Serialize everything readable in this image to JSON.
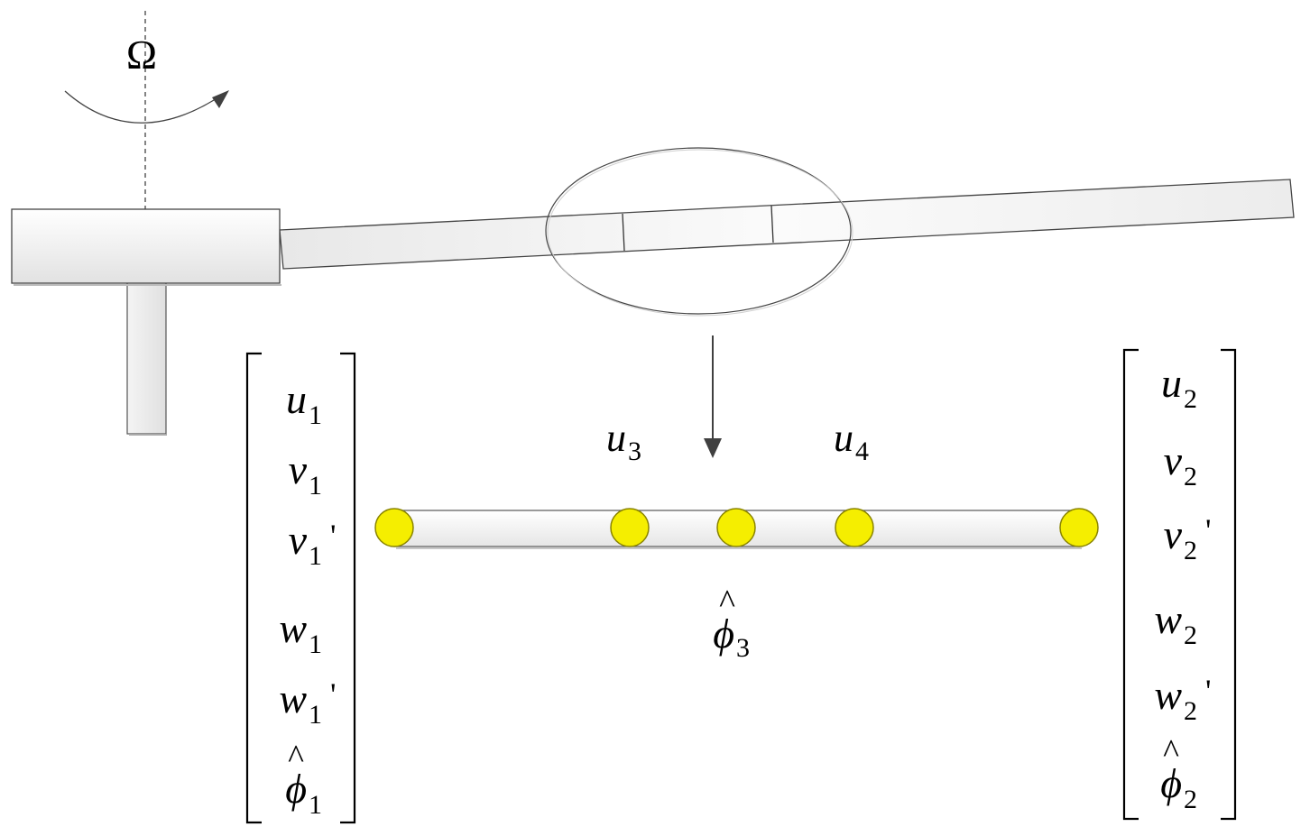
{
  "rotation": {
    "label": "Ω"
  },
  "nodes": {
    "color": "#f5ee00",
    "stroke": "#8a8400"
  },
  "left_vector": [
    {
      "base": "u",
      "sub": "1",
      "prime": "",
      "hat": false
    },
    {
      "base": "v",
      "sub": "1",
      "prime": "",
      "hat": false
    },
    {
      "base": "v",
      "sub": "1",
      "prime": "'",
      "hat": false
    },
    {
      "base": "w",
      "sub": "1",
      "prime": "",
      "hat": false
    },
    {
      "base": "w",
      "sub": "1",
      "prime": "'",
      "hat": false
    },
    {
      "base": "ϕ",
      "sub": "1",
      "prime": "",
      "hat": true
    }
  ],
  "right_vector": [
    {
      "base": "u",
      "sub": "2",
      "prime": "",
      "hat": false
    },
    {
      "base": "v",
      "sub": "2",
      "prime": "",
      "hat": false
    },
    {
      "base": "v",
      "sub": "2",
      "prime": "'",
      "hat": false
    },
    {
      "base": "w",
      "sub": "2",
      "prime": "",
      "hat": false
    },
    {
      "base": "w",
      "sub": "2",
      "prime": "'",
      "hat": false
    },
    {
      "base": "ϕ",
      "sub": "2",
      "prime": "",
      "hat": true
    }
  ],
  "internal_labels": {
    "u3": {
      "base": "u",
      "sub": "3"
    },
    "u4": {
      "base": "u",
      "sub": "4"
    },
    "phi3": {
      "base": "ϕ",
      "sub": "3",
      "hat": "^"
    }
  }
}
